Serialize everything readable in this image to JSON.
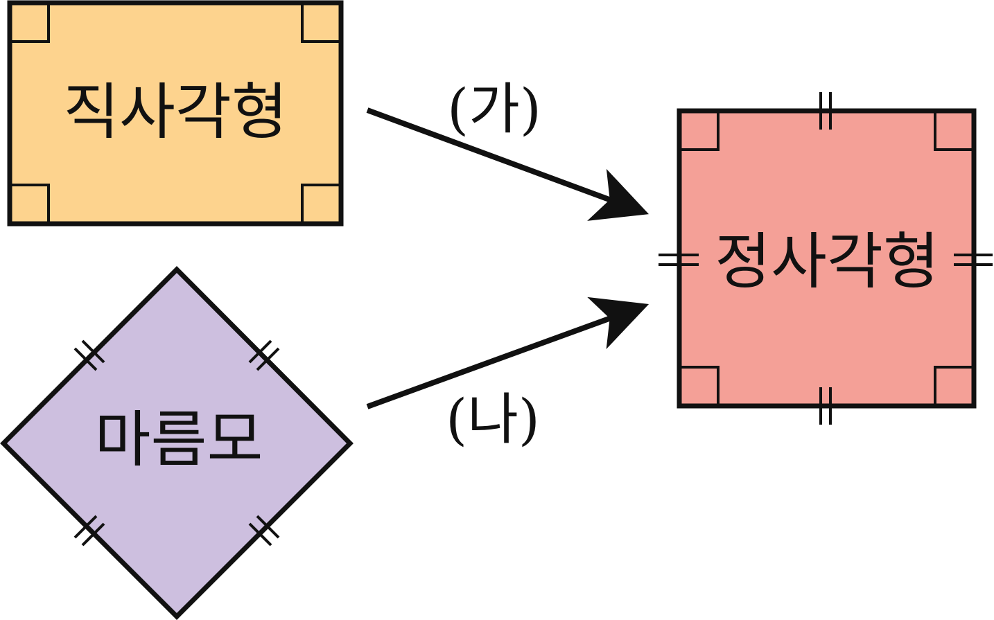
{
  "colors": {
    "rectangle_fill": "#FDD38E",
    "rhombus_fill": "#CDBFDF",
    "square_fill": "#F4A097",
    "stroke": "#111111"
  },
  "shapes": {
    "rectangle": {
      "label": "직사각형"
    },
    "rhombus": {
      "label": "마름모"
    },
    "square": {
      "label": "정사각형"
    }
  },
  "arrows": {
    "ga": {
      "label": "(가)"
    },
    "na": {
      "label": "(나)"
    }
  }
}
